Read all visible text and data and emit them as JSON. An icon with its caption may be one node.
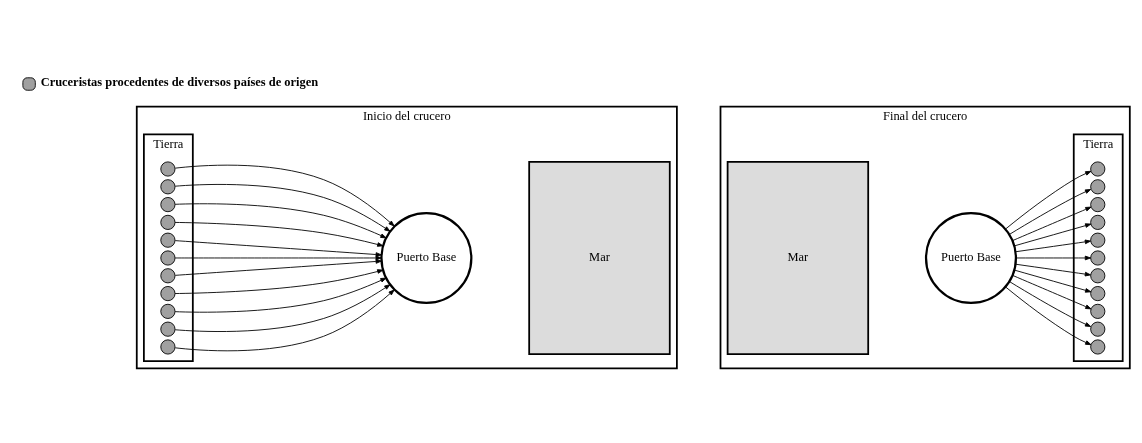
{
  "diagram": {
    "nodes": [
      {
        "text": [
          "Inicio del crucero"
        ]
      },
      {
        "text": [
          "Tierra"
        ],
        "in": 0
      },
      {
        "text": [
          "Mar"
        ],
        "in": 0
      },
      {
        "text": [
          "Puerto Base"
        ],
        "in": 0
      },
      {
        "text": [],
        "shape": "circle",
        "in": 1
      },
      {
        "text": [],
        "shape": "circle",
        "in": 1
      },
      {
        "text": [],
        "shape": "circle",
        "in": 1
      },
      {
        "text": [],
        "shape": "circle",
        "in": 1
      },
      {
        "text": [],
        "shape": "circle",
        "in": 1
      },
      {
        "text": [],
        "shape": "circle",
        "in": 1
      },
      {
        "text": [],
        "shape": "circle",
        "in": 1
      },
      {
        "text": [],
        "shape": "circle",
        "in": 1
      },
      {
        "text": [],
        "shape": "circle",
        "in": 1
      },
      {
        "text": [],
        "shape": "circle",
        "in": 1
      },
      {
        "text": [],
        "shape": "circle",
        "in": 1
      },
      {
        "text": [
          "Final del crucero"
        ]
      },
      {
        "text": [
          "Mar"
        ],
        "in": 15
      },
      {
        "text": [
          "Tierra"
        ],
        "in": 15
      },
      {
        "text": [
          "Puerto Base"
        ],
        "in": 15
      },
      {
        "text": [],
        "shape": "circle",
        "in": 17
      },
      {
        "text": [],
        "shape": "circle",
        "in": 17
      },
      {
        "text": [],
        "shape": "circle",
        "in": 17
      },
      {
        "text": [],
        "shape": "circle",
        "in": 17
      },
      {
        "text": [],
        "shape": "circle",
        "in": 17
      },
      {
        "text": [],
        "shape": "circle",
        "in": 17
      },
      {
        "text": [],
        "shape": "circle",
        "in": 17
      },
      {
        "text": [],
        "shape": "circle",
        "in": 17
      },
      {
        "text": [],
        "shape": "circle",
        "in": 17
      },
      {
        "text": [],
        "shape": "circle",
        "in": 17
      },
      {
        "text": [],
        "shape": "circle",
        "in": 17
      }
    ],
    "edges": [
      {
        "from": 4,
        "to": 3,
        "arrow": "to"
      },
      {
        "from": 5,
        "to": 3,
        "arrow": "to"
      },
      {
        "from": 6,
        "to": 3,
        "arrow": "to"
      },
      {
        "from": 7,
        "to": 3,
        "arrow": "to"
      },
      {
        "from": 8,
        "to": 3,
        "arrow": "to"
      },
      {
        "from": 9,
        "to": 3,
        "arrow": "to"
      },
      {
        "from": 10,
        "to": 3,
        "arrow": "to"
      },
      {
        "from": 11,
        "to": 3,
        "arrow": "to"
      },
      {
        "from": 12,
        "to": 3,
        "arrow": "to"
      },
      {
        "from": 13,
        "to": 3,
        "arrow": "to"
      },
      {
        "from": 14,
        "to": 3,
        "arrow": "to"
      },
      {
        "from": 18,
        "to": 19,
        "arrow": "to"
      },
      {
        "from": 18,
        "to": 20,
        "arrow": "to"
      },
      {
        "from": 18,
        "to": 21,
        "arrow": "to"
      },
      {
        "from": 18,
        "to": 22,
        "arrow": "to"
      },
      {
        "from": 18,
        "to": 23,
        "arrow": "to"
      },
      {
        "from": 18,
        "to": 24,
        "arrow": "to"
      },
      {
        "from": 18,
        "to": 25,
        "arrow": "to"
      },
      {
        "from": 18,
        "to": 26,
        "arrow": "to"
      },
      {
        "from": 18,
        "to": 27,
        "arrow": "to"
      },
      {
        "from": 18,
        "to": 28,
        "arrow": "to"
      },
      {
        "from": 18,
        "to": 29,
        "arrow": "to"
      }
    ],
    "legend": [
      {
        "text": "Cruceristas procedentes de diversos países de origen"
      }
    ]
  }
}
